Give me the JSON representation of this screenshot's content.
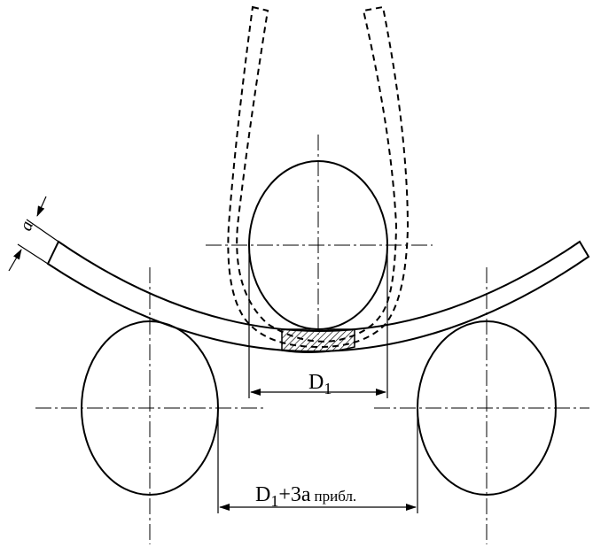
{
  "labels": {
    "thickness": "a",
    "d1_main": "D",
    "d1_sub": "1",
    "d2_main": "D",
    "d2_sub": "1",
    "d2_suffix": "+3a",
    "d2_note": "прибл."
  }
}
